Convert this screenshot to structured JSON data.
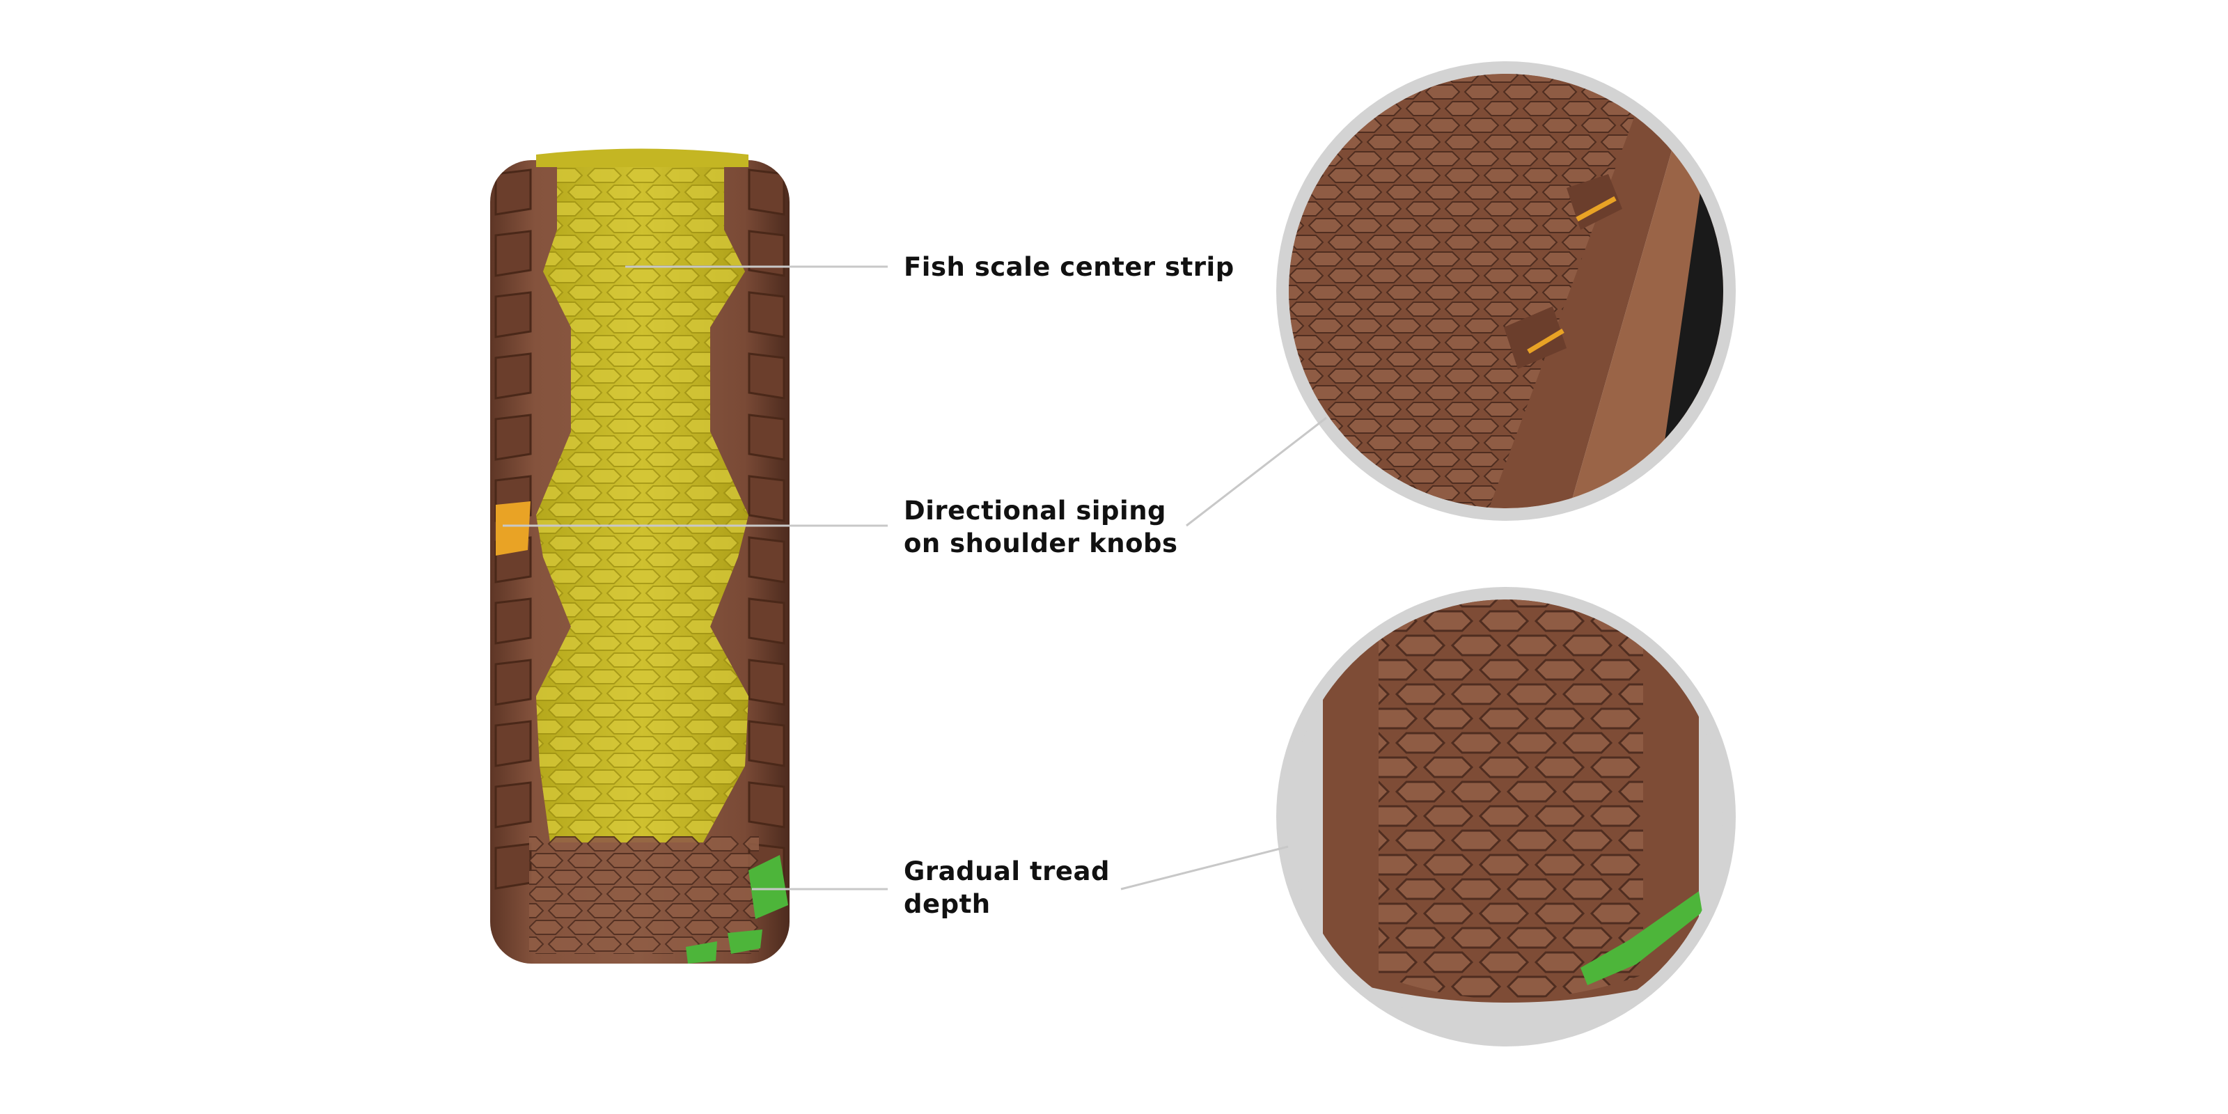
{
  "callouts": [
    {
      "id": "fish-scale",
      "lines": [
        "Fish scale center strip"
      ]
    },
    {
      "id": "siping",
      "lines": [
        "Directional siping",
        "on shoulder knobs"
      ]
    },
    {
      "id": "tread-depth",
      "lines": [
        "Gradual tread",
        "depth"
      ]
    }
  ],
  "colors": {
    "tire_brown": "#7a4a36",
    "center_strip": "#c4b623",
    "siping_highlight": "#e9a325",
    "depth_highlight": "#4db53a",
    "leader_line": "#c8c8c8",
    "detail_ring": "#d3d3d3"
  }
}
